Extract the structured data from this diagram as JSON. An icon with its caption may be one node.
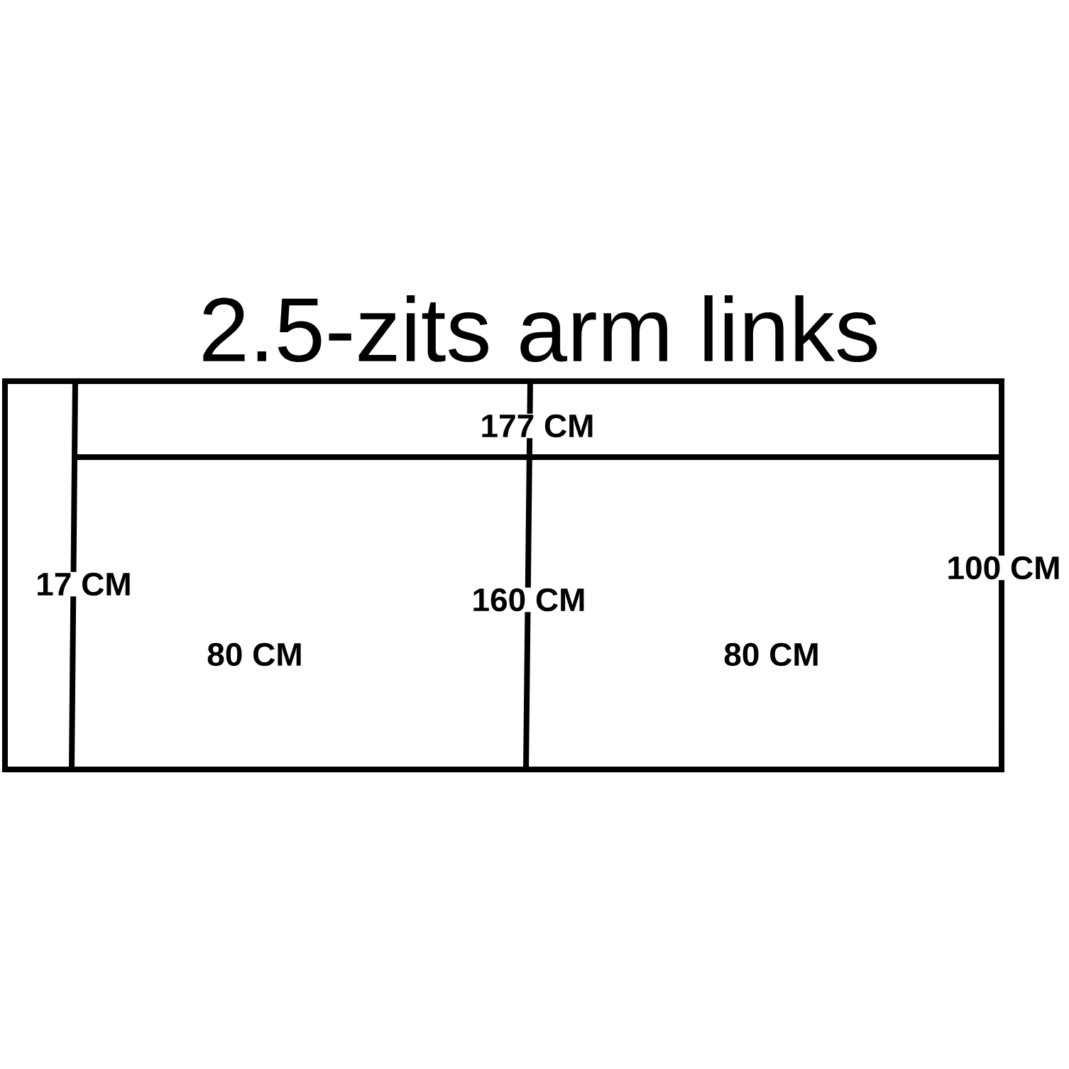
{
  "diagram": {
    "title": "2.5-zits arm links",
    "labels": [
      "177 CM",
      "100 CM",
      "17 CM",
      "160 CM",
      "80 CM",
      "80 CM"
    ]
  }
}
